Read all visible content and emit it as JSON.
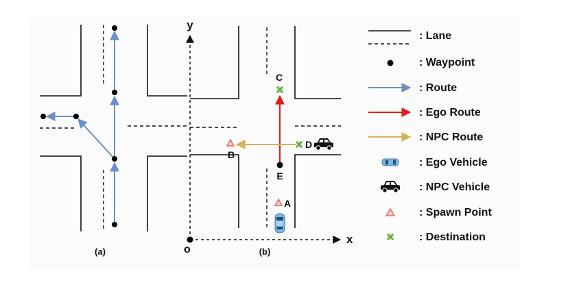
{
  "panel_a": {
    "caption": "(a)"
  },
  "panel_b": {
    "caption": "(b)",
    "axis_x": "x",
    "axis_y": "y",
    "origin": "o",
    "points": {
      "a": "A",
      "b": "B",
      "c": "C",
      "d": "D",
      "e": "E"
    }
  },
  "legend": {
    "items": [
      {
        "key": "lane",
        "label": ": Lane"
      },
      {
        "key": "waypoint",
        "label": ": Waypoint"
      },
      {
        "key": "route",
        "label": ": Route",
        "color": "#6b8fc7"
      },
      {
        "key": "ego_route",
        "label": ": Ego Route",
        "color": "#e8191b"
      },
      {
        "key": "npc_route",
        "label": ": NPC Route",
        "color": "#d6b25a"
      },
      {
        "key": "ego_vehicle",
        "label": ": Ego Vehicle",
        "color": "#7fb8de"
      },
      {
        "key": "npc_vehicle",
        "label": ": NPC Vehicle",
        "color": "#111111"
      },
      {
        "key": "spawn_point",
        "label": ": Spawn Point",
        "color": "#e06a62"
      },
      {
        "key": "destination",
        "label": ": Destination",
        "color": "#8cc36a"
      }
    ]
  }
}
